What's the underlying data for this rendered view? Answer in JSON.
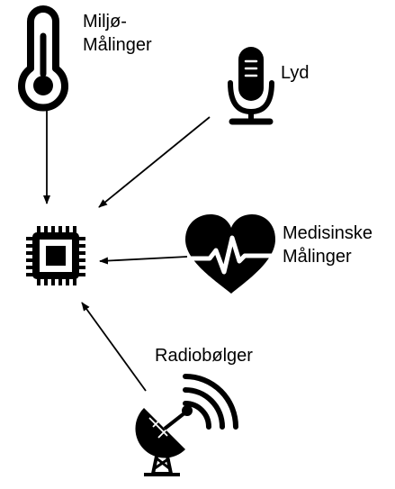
{
  "labels": {
    "miljo_line1": "Miljø-",
    "miljo_line2": "Målinger",
    "lyd": "Lyd",
    "medisinske_line1": "Medisinske",
    "medisinske_line2": "Målinger",
    "radio": "Radiobølger"
  },
  "icons": {
    "sensor_env": "thermometer-icon",
    "sensor_sound": "microphone-icon",
    "sensor_medical": "heart-pulse-icon",
    "sensor_radio": "satellite-dish-icon",
    "processor": "cpu-chip-icon"
  },
  "colors": {
    "icon": "#000000",
    "background": "#ffffff"
  }
}
